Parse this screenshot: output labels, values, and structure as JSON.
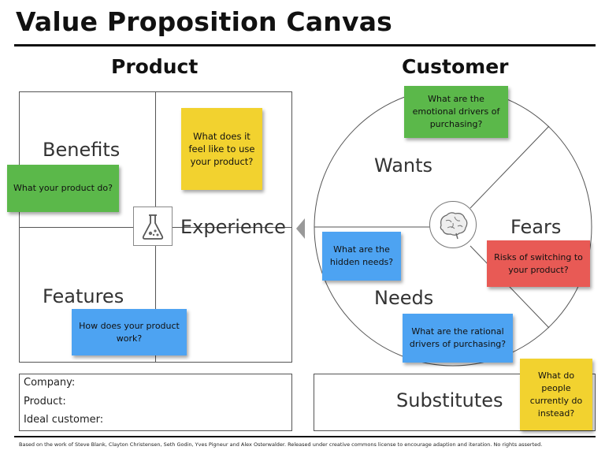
{
  "title": "Value Proposition Canvas",
  "product": {
    "heading": "Product",
    "benefits": "Benefits",
    "experience": "Experience",
    "features": "Features",
    "notes": {
      "benefits": "What your product do?",
      "experience": "What does it feel like to use your product?",
      "features": "How does your product work?"
    }
  },
  "customer": {
    "heading": "Customer",
    "wants": "Wants",
    "fears": "Fears",
    "needs": "Needs",
    "notes": {
      "wants": "What are the emotional drivers of purchasing?",
      "hidden_needs": "What are the hidden needs?",
      "fears": "Risks of switching to your product?",
      "needs": "What are the rational drivers of purchasing?"
    }
  },
  "info": {
    "company": "Company:",
    "product": "Product:",
    "ideal_customer": "Ideal customer:"
  },
  "substitutes": {
    "label": "Substitutes",
    "note": "What do people currently do instead?"
  },
  "footer": "Based on the work of Steve Blank, Clayton Christensen, Seth Godin, Yves Pigneur and Alex Osterwalder. Released under creative commons license to encourage adaption and iteration. No rights asserted.",
  "colors": {
    "green": "#5bb84a",
    "yellow": "#f2d22f",
    "blue": "#4da3f2",
    "red": "#e85a55"
  },
  "icons": [
    "flask-icon",
    "brain-icon",
    "arrow-left-icon"
  ]
}
